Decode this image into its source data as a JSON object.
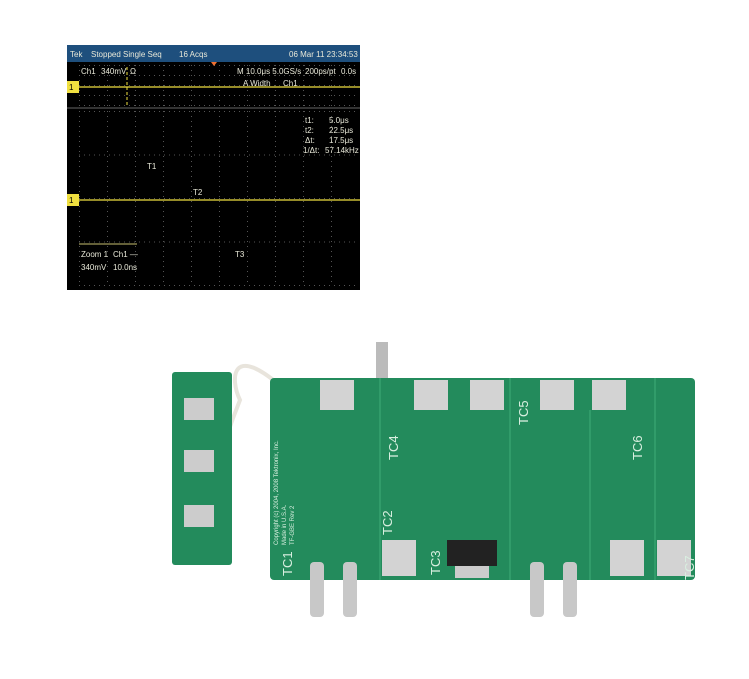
{
  "scope": {
    "brand": "Tek",
    "status": "Stopped Single Seq",
    "acqs": "16 Acqs",
    "datetime": "06 Mar 11 23:34:53",
    "ch_label": "Ch1",
    "ch_scale": "340mV",
    "ch_term": "Ω",
    "timebase": "M 10.0μs 5.0GS/s",
    "record": "200ps/pt",
    "offset": "0.0s",
    "trigger_mode": "A Width",
    "trigger_source": "Ch1",
    "channel_marker": "1",
    "cursors": [
      {
        "label": "t1:",
        "value": "5.0μs"
      },
      {
        "label": "t2:",
        "value": "22.5μs"
      },
      {
        "label": "Δt:",
        "value": "17.5μs"
      },
      {
        "label": "1/Δt:",
        "value": "57.14kHz"
      }
    ],
    "zoom_label": "Zoom 1",
    "zoom_ch": "Ch1 —",
    "zoom_scale": "340mV",
    "zoom_time": "10.0ns",
    "markers": [
      "T1",
      "T2",
      "T3"
    ],
    "colors": {
      "header": "#1e4f7d",
      "trace": "#f0e040",
      "screen": "#000000"
    }
  },
  "board": {
    "copyright": "Copyright (c) 2004, 2008 Tektronix, Inc.",
    "made_in": "Made in U.S.A.",
    "rev": "TF-GBE Rev 2",
    "sections": [
      "TC1",
      "TC2",
      "TC3",
      "TC4",
      "TC5",
      "TC6",
      "TC7"
    ],
    "colors": {
      "pcb": "#238b5c"
    }
  }
}
